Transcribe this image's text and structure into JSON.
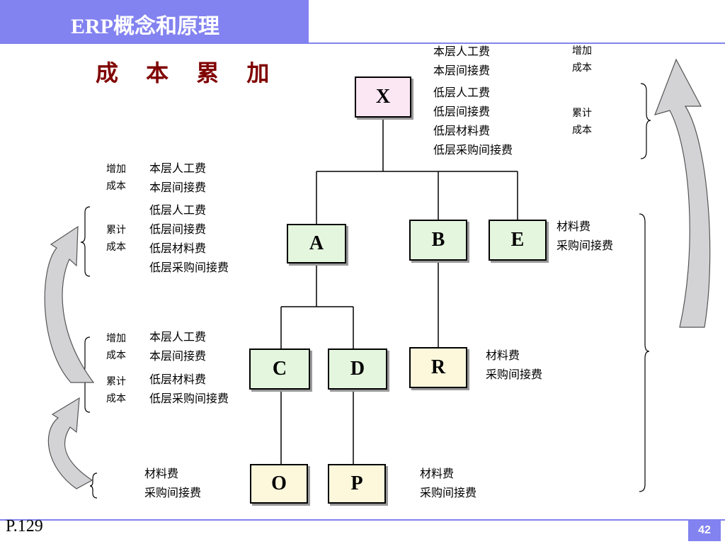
{
  "header": {
    "title": "ERP概念和原理"
  },
  "heading": "成 本 累 加",
  "nodes": {
    "X": "X",
    "A": "A",
    "B": "B",
    "E": "E",
    "C": "C",
    "D": "D",
    "R": "R",
    "O": "O",
    "P": "P"
  },
  "x_costs": {
    "increase": [
      "本层人工费",
      "本层间接费"
    ],
    "increase_tag": [
      "增加",
      "成本"
    ],
    "cumulative": [
      "低层人工费",
      "低层间接费",
      "低层材料费",
      "低层采购间接费"
    ],
    "cumulative_tag": [
      "累计",
      "成本"
    ]
  },
  "a_costs": {
    "increase_tag": [
      "增加",
      "成本"
    ],
    "increase": [
      "本层人工费",
      "本层间接费"
    ],
    "cumulative_tag": [
      "累计",
      "成本"
    ],
    "cumulative": [
      "低层人工费",
      "低层间接费",
      "低层材料费",
      "低层采购间接费"
    ]
  },
  "c_costs": {
    "increase_tag": [
      "增加",
      "成本"
    ],
    "increase": [
      "本层人工费",
      "本层间接费"
    ],
    "cumulative_tag": [
      "累计",
      "成本"
    ],
    "cumulative": [
      "低层材料费",
      "低层采购间接费"
    ]
  },
  "o_costs": [
    "材料费",
    "采购间接费"
  ],
  "p_costs": [
    "材料费",
    "采购间接费"
  ],
  "r_costs": [
    "材料费",
    "采购间接费"
  ],
  "e_costs": [
    "材料费",
    "采购间接费"
  ],
  "footer": {
    "page_ref": "P.129",
    "page_number": "42"
  }
}
